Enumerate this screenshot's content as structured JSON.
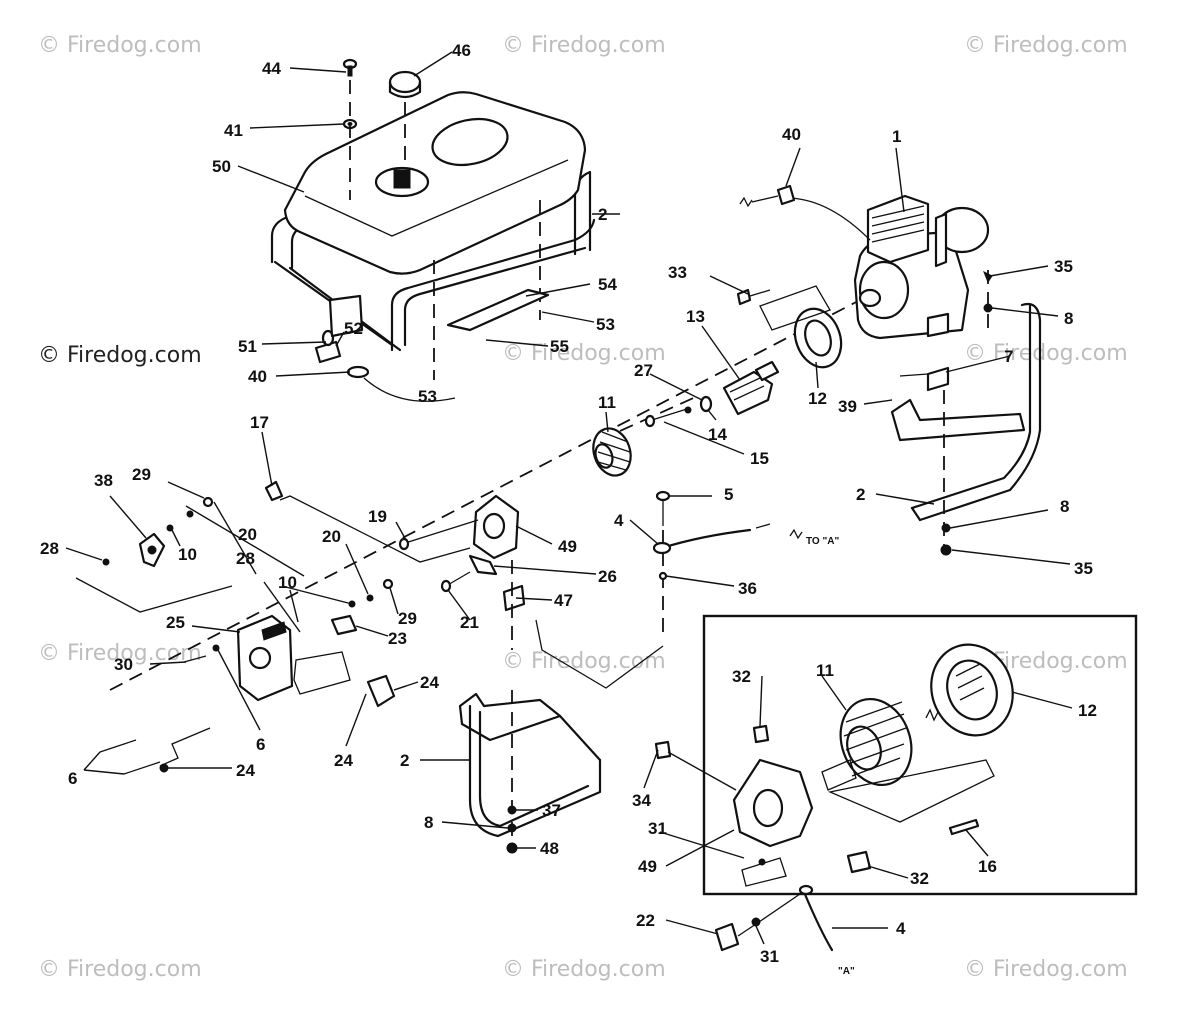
{
  "watermark": "© Firedog.com",
  "notes": {
    "to_a": "TO \"A\"",
    "a": "\"A\""
  },
  "callouts": {
    "c1": "1",
    "c2a": "2",
    "c2b": "2",
    "c2c": "2",
    "c4a": "4",
    "c4b": "4",
    "c5": "5",
    "c6a": "6",
    "c6b": "6",
    "c7": "7",
    "c8a": "8",
    "c8b": "8",
    "c8c": "8",
    "c10a": "10",
    "c10b": "10",
    "c11a": "11",
    "c11b": "11",
    "c12a": "12",
    "c12b": "12",
    "c13": "13",
    "c14": "14",
    "c15": "15",
    "c16": "16",
    "c17": "17",
    "c19": "19",
    "c20a": "20",
    "c20b": "20",
    "c21": "21",
    "c22": "22",
    "c23": "23",
    "c24a": "24",
    "c24b": "24",
    "c24c": "24",
    "c25": "25",
    "c26": "26",
    "c27": "27",
    "c28a": "28",
    "c28b": "28",
    "c29a": "29",
    "c29b": "29",
    "c30": "30",
    "c31a": "31",
    "c31b": "31",
    "c32a": "32",
    "c32b": "32",
    "c33": "33",
    "c34": "34",
    "c35a": "35",
    "c35b": "35",
    "c36": "36",
    "c37": "37",
    "c38": "38",
    "c39": "39",
    "c40a": "40",
    "c40b": "40",
    "c41": "41",
    "c44": "44",
    "c46": "46",
    "c47": "47",
    "c48": "48",
    "c49a": "49",
    "c49b": "49",
    "c50": "50",
    "c51": "51",
    "c52": "52",
    "c53a": "53",
    "c53b": "53",
    "c54": "54",
    "c55": "55"
  }
}
